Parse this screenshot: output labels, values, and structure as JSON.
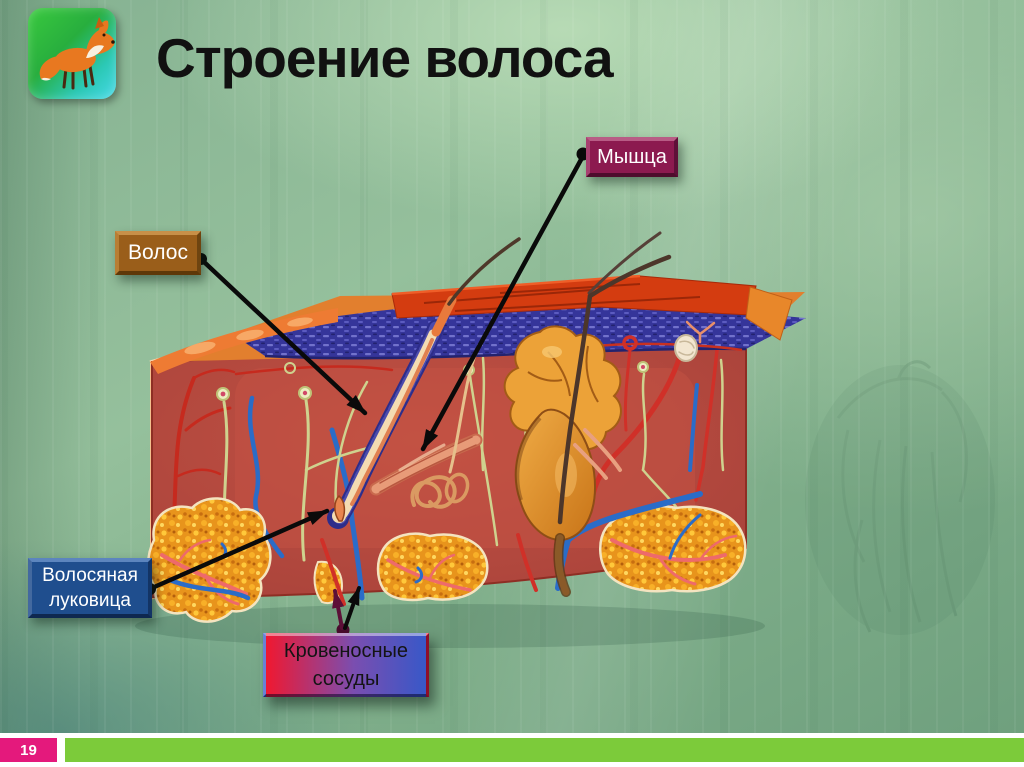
{
  "slide": {
    "title": "Строение волоса",
    "page_number": "19"
  },
  "logo": {
    "icon": "fox-icon"
  },
  "labels": {
    "hair": {
      "text": "Волос"
    },
    "muscle": {
      "text": "Мышца"
    },
    "bulb": {
      "line1": "Волосяная",
      "line2": "луковица"
    },
    "vessels": {
      "line1": "Кровеносные",
      "line2": "сосуды"
    }
  },
  "colors": {
    "title_text": "#111111",
    "hair_label": "#9A5E1A",
    "muscle_label": "#8C1A4F",
    "bulb_label": "#1F4E8E",
    "vessels_left": "#F01830",
    "vessels_right": "#3858C8",
    "page_badge": "#E4197C",
    "footer_bar": "#7CCB3A"
  }
}
